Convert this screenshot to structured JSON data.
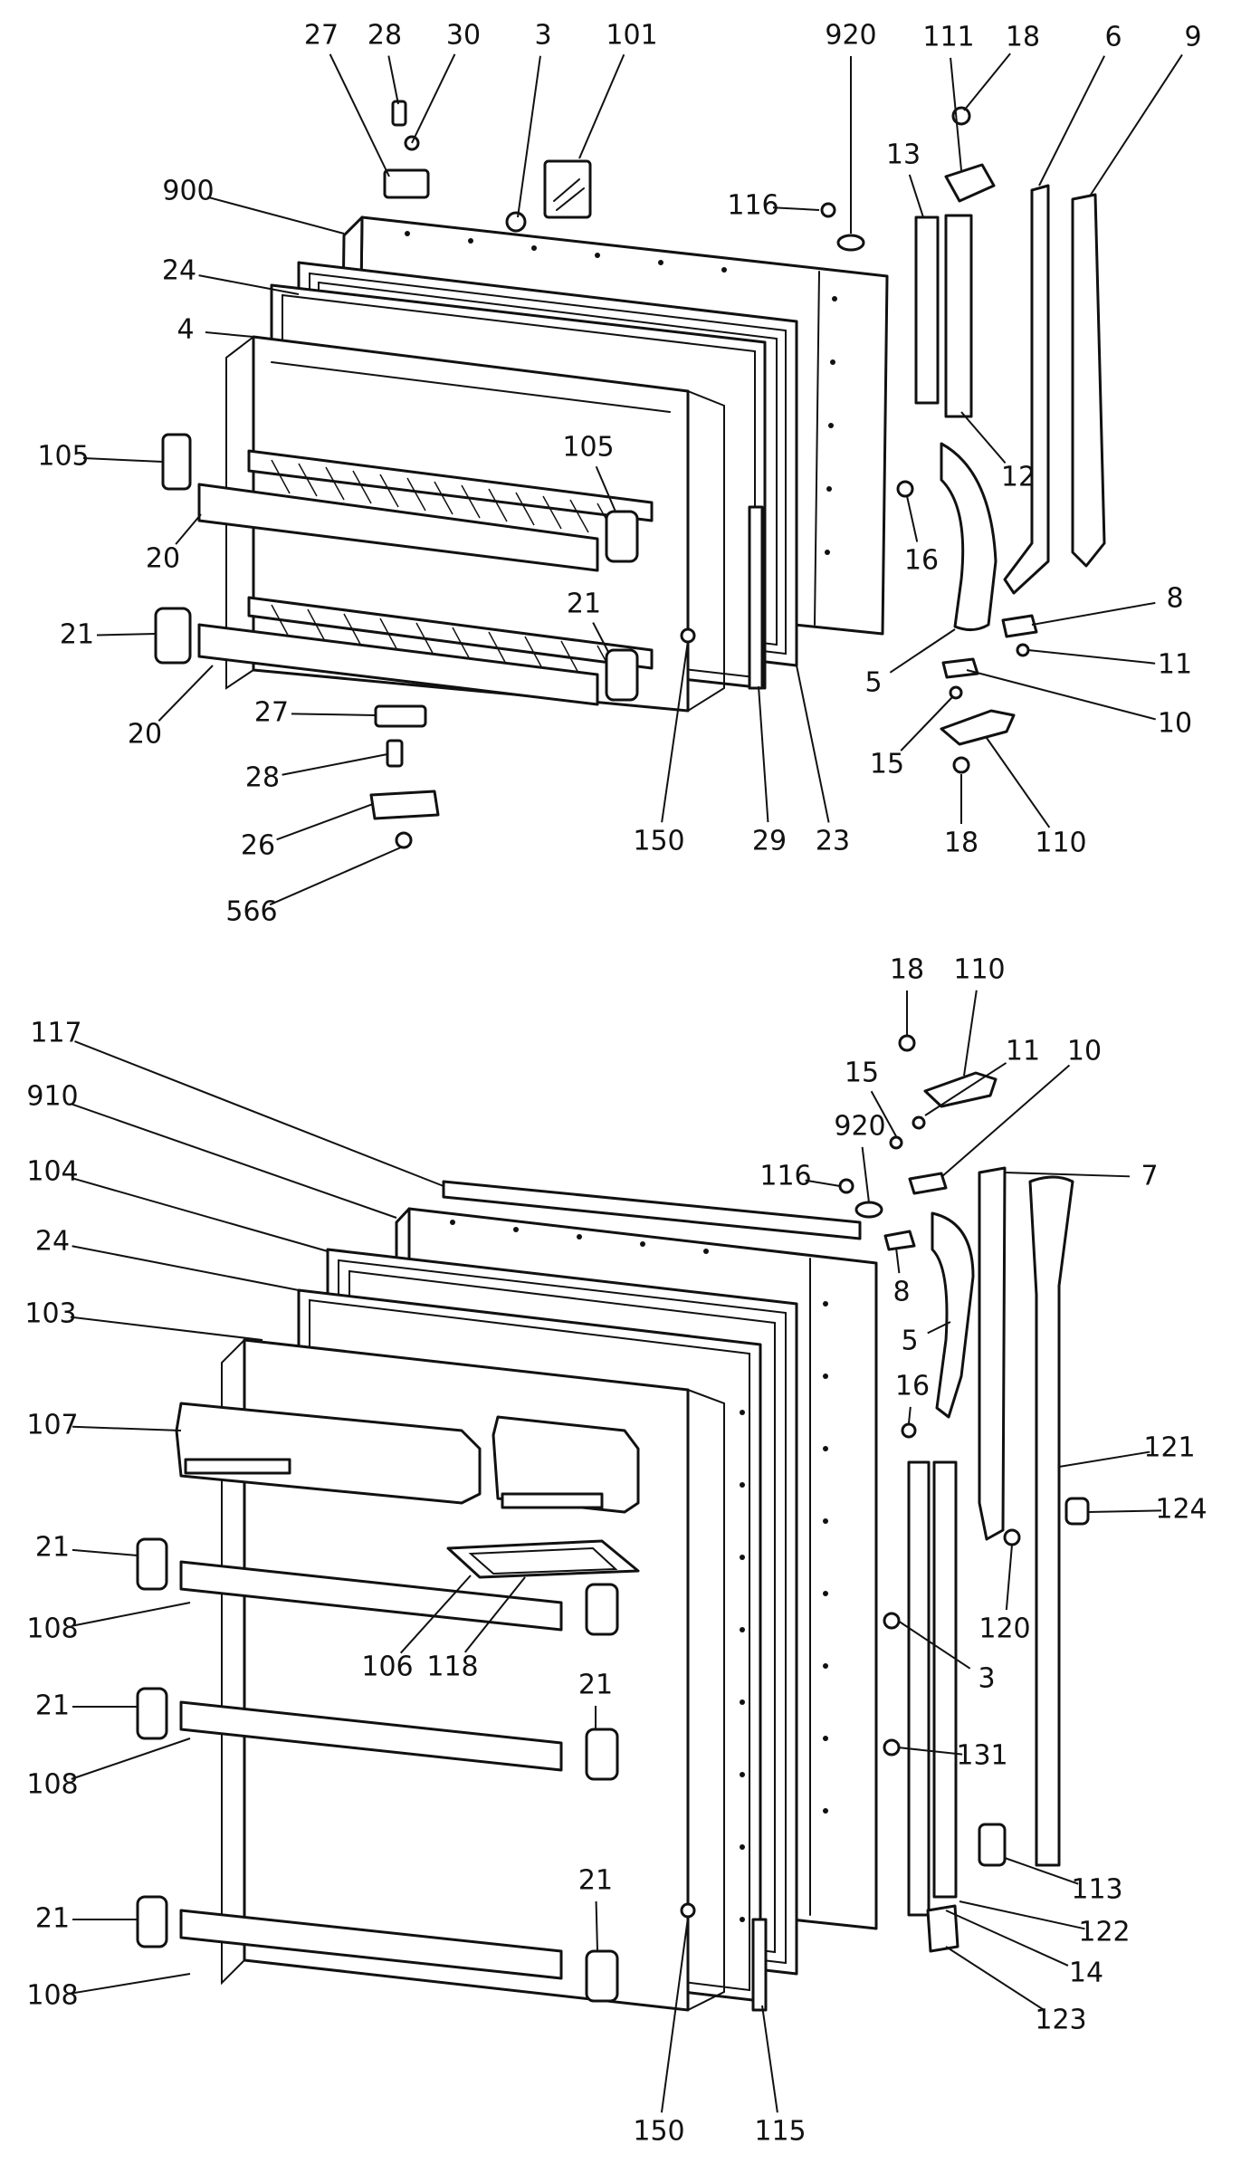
{
  "diagram": {
    "panels": [
      {
        "id": "freezer-door",
        "callouts": [
          {
            "text": "27"
          },
          {
            "text": "28"
          },
          {
            "text": "30"
          },
          {
            "text": "3"
          },
          {
            "text": "101"
          },
          {
            "text": "920"
          },
          {
            "text": "111"
          },
          {
            "text": "18"
          },
          {
            "text": "6"
          },
          {
            "text": "9"
          },
          {
            "text": "900"
          },
          {
            "text": "116"
          },
          {
            "text": "13"
          },
          {
            "text": "24"
          },
          {
            "text": "4"
          },
          {
            "text": "105"
          },
          {
            "text": "105"
          },
          {
            "text": "12"
          },
          {
            "text": "16"
          },
          {
            "text": "20"
          },
          {
            "text": "21"
          },
          {
            "text": "21"
          },
          {
            "text": "8"
          },
          {
            "text": "11"
          },
          {
            "text": "5"
          },
          {
            "text": "10"
          },
          {
            "text": "20"
          },
          {
            "text": "27"
          },
          {
            "text": "15"
          },
          {
            "text": "28"
          },
          {
            "text": "150"
          },
          {
            "text": "29"
          },
          {
            "text": "23"
          },
          {
            "text": "18"
          },
          {
            "text": "110"
          },
          {
            "text": "26"
          },
          {
            "text": "566"
          }
        ]
      },
      {
        "id": "fresh-food-door",
        "callouts": [
          {
            "text": "18"
          },
          {
            "text": "110"
          },
          {
            "text": "117"
          },
          {
            "text": "11"
          },
          {
            "text": "10"
          },
          {
            "text": "15"
          },
          {
            "text": "910"
          },
          {
            "text": "920"
          },
          {
            "text": "116"
          },
          {
            "text": "7"
          },
          {
            "text": "104"
          },
          {
            "text": "24"
          },
          {
            "text": "8"
          },
          {
            "text": "103"
          },
          {
            "text": "5"
          },
          {
            "text": "16"
          },
          {
            "text": "107"
          },
          {
            "text": "121"
          },
          {
            "text": "124"
          },
          {
            "text": "21"
          },
          {
            "text": "120"
          },
          {
            "text": "108"
          },
          {
            "text": "106"
          },
          {
            "text": "118"
          },
          {
            "text": "21"
          },
          {
            "text": "3"
          },
          {
            "text": "21"
          },
          {
            "text": "131"
          },
          {
            "text": "108"
          },
          {
            "text": "113"
          },
          {
            "text": "21"
          },
          {
            "text": "122"
          },
          {
            "text": "21"
          },
          {
            "text": "14"
          },
          {
            "text": "108"
          },
          {
            "text": "123"
          },
          {
            "text": "150"
          },
          {
            "text": "115"
          }
        ]
      }
    ]
  }
}
